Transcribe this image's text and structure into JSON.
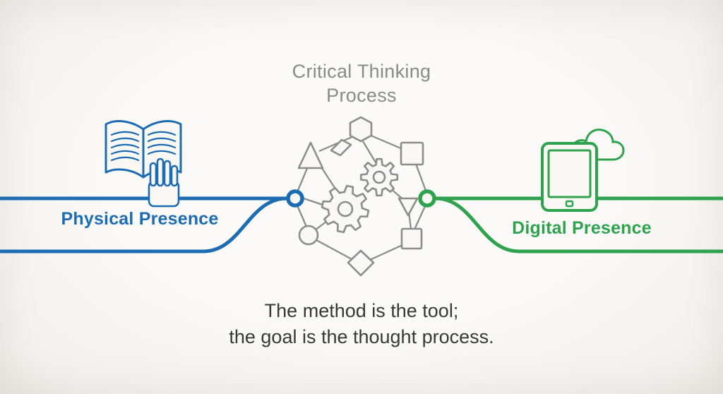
{
  "title": {
    "line1": "Critical Thinking",
    "line2": "Process"
  },
  "center": {
    "icons": [
      "gear-large-icon",
      "gear-small-icon"
    ],
    "nodes": [
      "hexagon",
      "parallelogram",
      "triangle",
      "square-upper",
      "circle",
      "square-lower",
      "diamond",
      "small-triangle",
      "blue-node",
      "green-node"
    ]
  },
  "left": {
    "label": "Physical Presence",
    "icon": "book-hand-icon"
  },
  "right": {
    "label": "Digital Presence",
    "icons": [
      "tablet-icon",
      "cloud-icon"
    ]
  },
  "caption": {
    "line1": "The method is the tool;",
    "line2": "the goal is the thought process."
  },
  "colors": {
    "blue": "#1d6cb2",
    "green": "#2fa24e",
    "gray": "#8c8c8c",
    "ink": "#383838",
    "bg": "#f8f6f3"
  }
}
